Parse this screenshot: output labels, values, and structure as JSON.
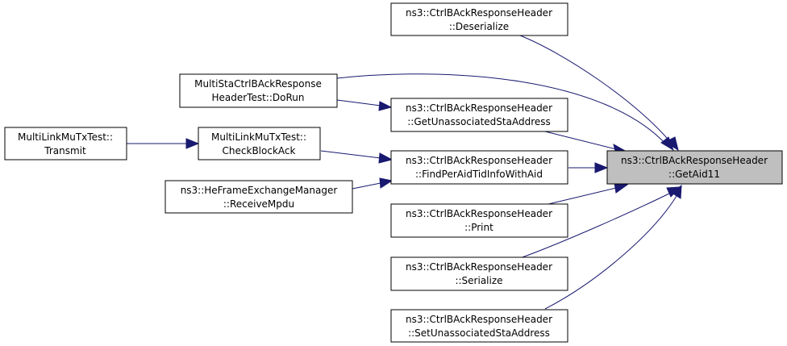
{
  "nodes": {
    "getaid11": {
      "line1": "ns3::CtrlBAckResponseHeader",
      "line2": "::GetAid11"
    },
    "deserialize": {
      "line1": "ns3::CtrlBAckResponseHeader",
      "line2": "::Deserialize"
    },
    "multista_dorun": {
      "line1": "MultiStaCtrlBAckResponse",
      "line2": "HeaderTest::DoRun"
    },
    "get_unassoc": {
      "line1": "ns3::CtrlBAckResponseHeader",
      "line2": "::GetUnassociatedStaAddress"
    },
    "find_per_aid": {
      "line1": "ns3::CtrlBAckResponseHeader",
      "line2": "::FindPerAidTidInfoWithAid"
    },
    "print": {
      "line1": "ns3::CtrlBAckResponseHeader",
      "line2": "::Print"
    },
    "serialize": {
      "line1": "ns3::CtrlBAckResponseHeader",
      "line2": "::Serialize"
    },
    "set_unassoc": {
      "line1": "ns3::CtrlBAckResponseHeader",
      "line2": "::SetUnassociatedStaAddress"
    },
    "check_block_ack": {
      "line1": "MultiLinkMuTxTest::",
      "line2": "CheckBlockAck"
    },
    "receive_mpdu": {
      "line1": "ns3::HeFrameExchangeManager",
      "line2": "::ReceiveMpdu"
    },
    "transmit": {
      "line1": "MultiLinkMuTxTest::",
      "line2": "Transmit"
    }
  },
  "colors": {
    "edge": "#191970",
    "highlight_fill": "#bfbfbf",
    "node_border": "#000000"
  }
}
